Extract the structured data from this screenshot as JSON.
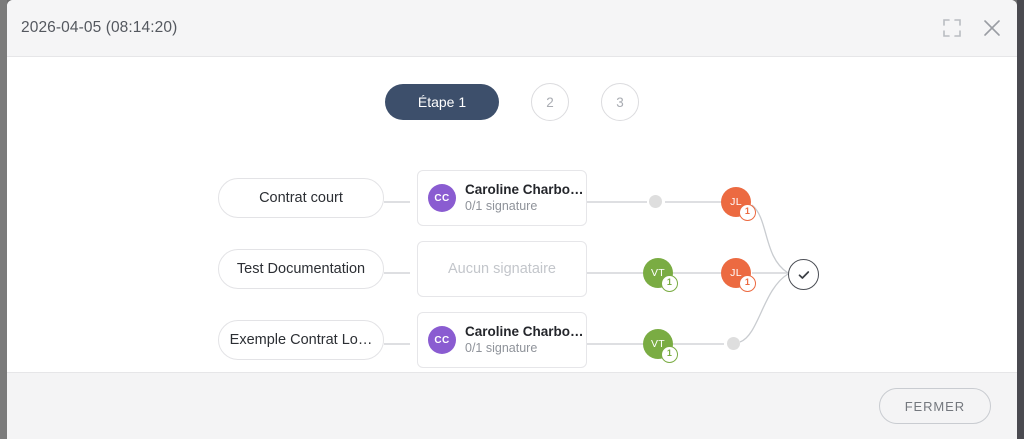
{
  "window": {
    "title": "2026-04-05 (08:14:20)",
    "accent_color": "#3d4f6b",
    "header_icons": [
      {
        "name": "fullscreen-icon",
        "label": "fullscreen"
      },
      {
        "name": "close-icon",
        "label": "close"
      }
    ]
  },
  "stepper": {
    "steps": [
      {
        "label": "Étape 1",
        "active": true
      },
      {
        "label": "2",
        "active": false
      },
      {
        "label": "3",
        "active": false
      }
    ]
  },
  "flow": {
    "rows": [
      {
        "document": "Contrat court",
        "signer": {
          "initials": "CC",
          "name": "Caroline Charbo…",
          "status": "0/1 signature",
          "avatar_color": "#8a5cd1",
          "empty": false,
          "empty_text": ""
        },
        "node_a": {
          "type": "placeholder",
          "initials": "",
          "count": "",
          "color": "#dedede"
        },
        "node_b": {
          "type": "signer",
          "initials": "JL",
          "count": "1",
          "color": "#ec6a41"
        }
      },
      {
        "document": "Test Documentation",
        "signer": {
          "initials": "",
          "name": "",
          "status": "",
          "avatar_color": "",
          "empty": true,
          "empty_text": "Aucun signataire"
        },
        "node_a": {
          "type": "signer",
          "initials": "VT",
          "count": "1",
          "color": "#7aac43"
        },
        "node_b": {
          "type": "signer",
          "initials": "JL",
          "count": "1",
          "color": "#ec6a41"
        }
      },
      {
        "document": "Exemple Contrat Lo…",
        "signer": {
          "initials": "CC",
          "name": "Caroline Charbo…",
          "status": "0/1 signature",
          "avatar_color": "#8a5cd1",
          "empty": false,
          "empty_text": ""
        },
        "node_a": {
          "type": "signer",
          "initials": "VT",
          "count": "1",
          "color": "#7aac43"
        },
        "node_b": {
          "type": "placeholder",
          "initials": "",
          "count": "",
          "color": "#dedede"
        }
      }
    ],
    "end_node": {
      "name": "check-icon",
      "label": "completed"
    }
  },
  "footer": {
    "close_label": "FERMER"
  }
}
